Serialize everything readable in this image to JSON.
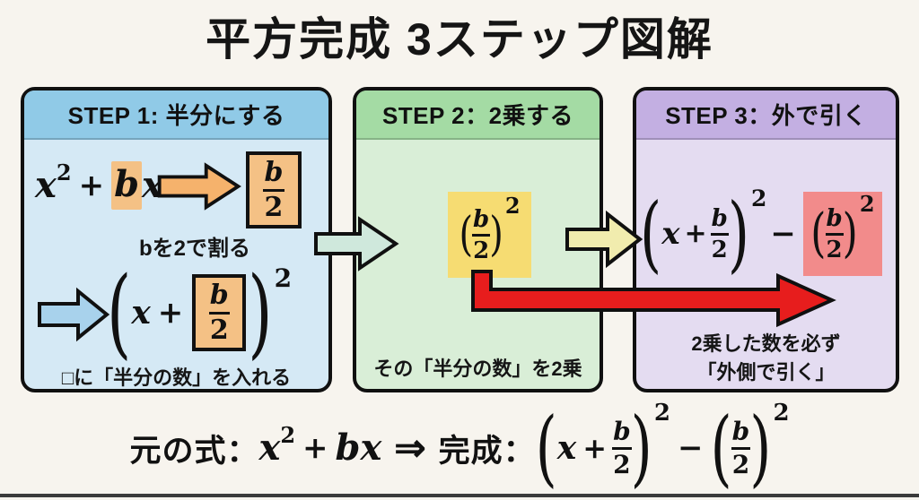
{
  "title": "平方完成 3ステップ図解",
  "math": {
    "x": "x",
    "b": "b",
    "two": "2",
    "plus": "+",
    "minus": "−",
    "lparen": "(",
    "rparen": ")",
    "sup2": "2",
    "implies": "⇒"
  },
  "step1": {
    "header": "STEP 1: 半分にする",
    "caption_divide": "bを2で割る",
    "caption_fill": "□に「半分の数」を入れる"
  },
  "step2": {
    "header": "STEP 2：2乗する",
    "caption": "その「半分の数」を2乗"
  },
  "step3": {
    "header": "STEP 3：外で引く",
    "caption_line1": "2乗した数を必ず",
    "caption_line2": "「外側で引く」"
  },
  "bottom": {
    "label_original": "元の式：",
    "label_done": "完成："
  },
  "icons": {
    "step1_transform_arrow": "block-arrow-right",
    "step1_result_arrow": "block-arrow-right",
    "step1_to_step2_arrow": "block-arrow-right",
    "step2_to_step3_arrow": "block-arrow-right",
    "subtract_flow_arrow": "elbow-block-arrow-right"
  },
  "colors": {
    "background": "#f7f4ee",
    "panel1_body": "#d5e9f5",
    "panel1_header": "#90cae7",
    "panel2_body": "#d9eed7",
    "panel2_header": "#a4dba4",
    "panel3_body": "#e4dcf1",
    "panel3_header": "#c3afe2",
    "highlight_orange": "#f4c185",
    "arrow_orange": "#f5b26c",
    "arrow_blue": "#a8d2ec",
    "arrow_mint": "#cfe8dc",
    "arrow_yellow": "#f1ecae",
    "highlight_yellow": "#f6dc72",
    "highlight_red": "#f28b8b",
    "arrow_red": "#e71d1d",
    "text": "#111111"
  }
}
